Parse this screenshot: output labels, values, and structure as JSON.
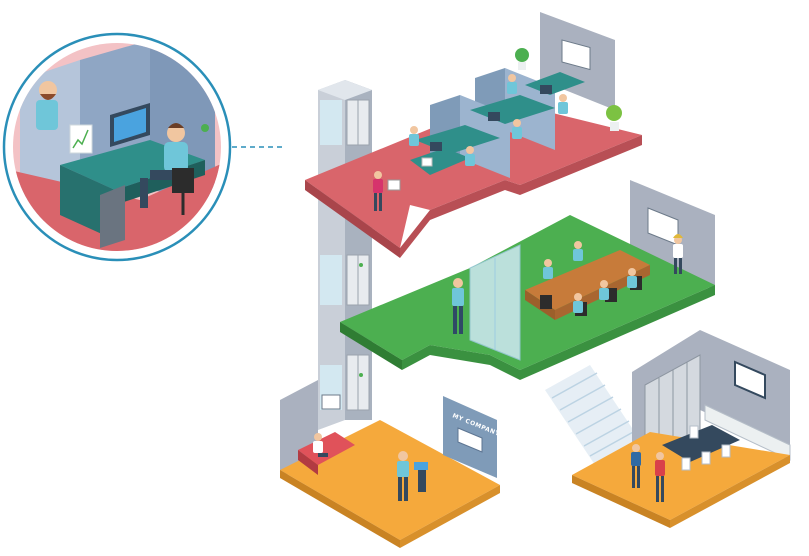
{
  "reception": {
    "company_sign": "MY COMPANY"
  },
  "colors": {
    "office_floor": "#d9656b",
    "meeting_floor": "#4caf50",
    "lobby_floor": "#f5a93c",
    "kitchen_floor": "#f5a93c",
    "wall": "#aab1bf",
    "partition": "#7f9bb8",
    "desk": "#2f8f8a",
    "accent_line": "#2a8fb8"
  },
  "icons": [
    "magnifier-circle",
    "elevator-shaft",
    "stairs",
    "plant-icon"
  ]
}
